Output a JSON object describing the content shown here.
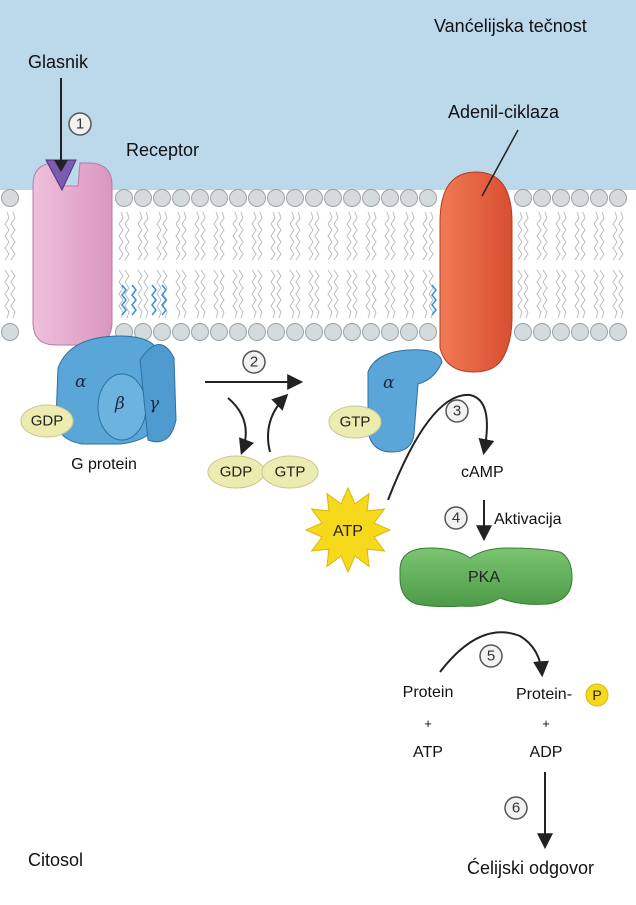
{
  "regions": {
    "outside": "Vanćelijska tečnost",
    "inside": "Citosol"
  },
  "labels": {
    "messenger": "Glasnik",
    "receptor": "Receptor",
    "adenylyl_cyclase": "Adenil-ciklaza",
    "g_protein": "G protein",
    "activation": "Aktivacija",
    "response": "Ćelijski odgovor"
  },
  "subunits": {
    "alpha": "α",
    "beta": "β",
    "gamma": "γ"
  },
  "molecules": {
    "gdp": "GDP",
    "gtp": "GTP",
    "atp": "ATP",
    "camp": "cAMP",
    "pka": "PKA",
    "protein": "Protein",
    "protein_p": "Protein-",
    "phosphate": "P",
    "plus": "+",
    "adp": "ADP"
  },
  "steps": [
    "1",
    "2",
    "3",
    "4",
    "5",
    "6"
  ],
  "colors": {
    "extracellular": "#bcd9ec",
    "cytosol": "#ffffff",
    "lipid_head": "#d5dadd",
    "receptor": "#e4a8cd",
    "messenger": "#7c5bb3",
    "adenylyl_cyclase": "#e8603f",
    "g_protein": "#5aa6d8",
    "nucleotide": "#ecebb0",
    "atp_star": "#f6d81d",
    "pka": "#5fb15a",
    "phosphate": "#f6d81d"
  }
}
